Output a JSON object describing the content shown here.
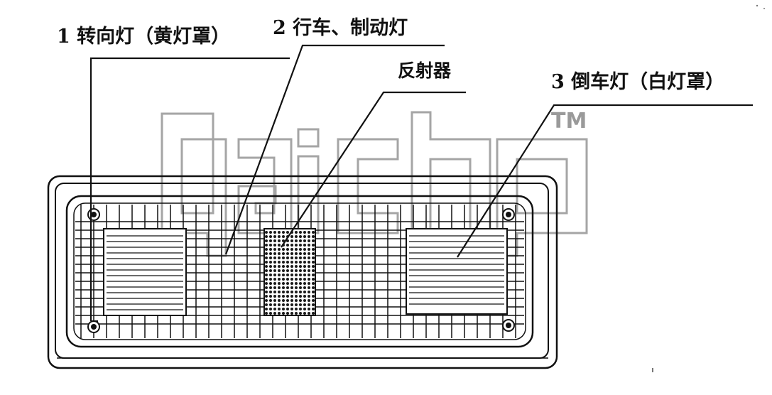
{
  "callouts": {
    "turn_signal": "1 转向灯（黄灯罩）",
    "brake_light": "2 行车、制动灯",
    "reflector": "反射器",
    "reverse_light": "3 倒车灯（白灯罩）"
  },
  "watermark": {
    "tm": "TM"
  },
  "colors": {
    "line": "#111111",
    "watermark": "#9a9a9a",
    "background": "#ffffff"
  }
}
